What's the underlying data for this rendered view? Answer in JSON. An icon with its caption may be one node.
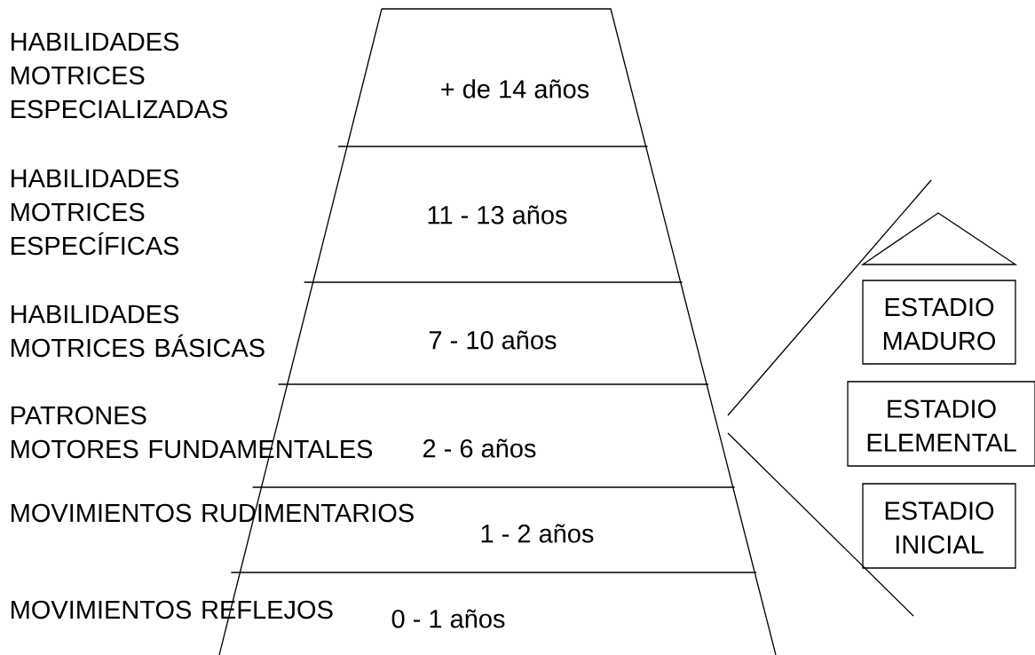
{
  "diagram": {
    "nodes": [
      {
        "text": [
          "+ de 14 años"
        ]
      },
      {
        "text": [
          "11 - 13 años"
        ]
      },
      {
        "text": [
          "7 - 10 años"
        ]
      },
      {
        "text": [
          "2 - 6 años"
        ]
      },
      {
        "text": [
          "1 - 2 años"
        ]
      },
      {
        "text": [
          "0 - 1 años"
        ]
      },
      {
        "text": [],
        "shape": "triangle"
      },
      {
        "text": [
          "ESTADIO MADURO"
        ]
      },
      {
        "text": [
          "ESTADIO ELEMENTAL"
        ]
      },
      {
        "text": [
          "ESTADIO INICIAL"
        ]
      }
    ],
    "labels": [
      "HABILIDADES MOTRICES ESPECIALIZADAS",
      "HABILIDADES MOTRICES ESPECÍFICAS",
      "HABILIDADES MOTRICES BÁSICAS",
      "PATRONES MOTORES FUNDAMENTALES",
      "MOVIMIENTOS RUDIMENTARIOS",
      "MOVIMIENTOS REFLEJOS"
    ]
  }
}
